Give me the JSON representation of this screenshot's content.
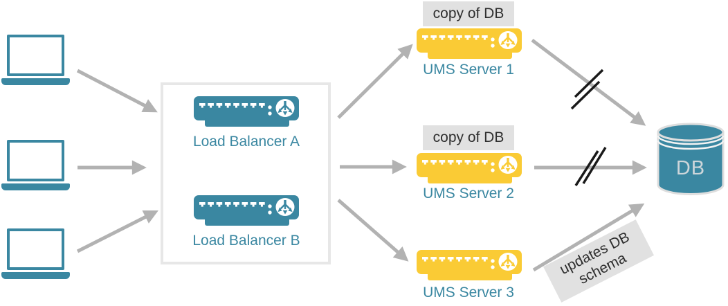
{
  "colors": {
    "teal": "#3A87A1",
    "yellow": "#FACB35",
    "arrow": "#B2B2B2",
    "break_mark": "#1A1A1A",
    "note_bg": "#E1E1E1",
    "note_text": "#2E2E2E",
    "group_box_border": "#E7E7E7",
    "db_text": "#CDD6DA"
  },
  "clients": [
    {
      "icon": "laptop-icon"
    },
    {
      "icon": "laptop-icon"
    },
    {
      "icon": "laptop-icon"
    }
  ],
  "load_balancers": {
    "a": {
      "label": "Load Balancer A",
      "icon": "load-balancer-appliance-icon"
    },
    "b": {
      "label": "Load Balancer B",
      "icon": "load-balancer-appliance-icon"
    }
  },
  "ums_servers": {
    "s1": {
      "label": "UMS Server 1",
      "badge": "copy of DB",
      "icon": "server-appliance-icon"
    },
    "s2": {
      "label": "UMS Server 2",
      "badge": "copy of DB",
      "icon": "server-appliance-icon"
    },
    "s3": {
      "label": "UMS Server 3",
      "icon": "server-appliance-icon"
    }
  },
  "database": {
    "label": "DB",
    "icon": "database-cylinder-icon"
  },
  "notes": {
    "schema_note": "updates DB schema"
  },
  "connections": [
    {
      "from": "client-1",
      "to": "load-balancer-group"
    },
    {
      "from": "client-2",
      "to": "load-balancer-group"
    },
    {
      "from": "client-3",
      "to": "load-balancer-group"
    },
    {
      "from": "load-balancer-group",
      "to": "UMS Server 1"
    },
    {
      "from": "load-balancer-group",
      "to": "UMS Server 2"
    },
    {
      "from": "load-balancer-group",
      "to": "UMS Server 3"
    },
    {
      "from": "UMS Server 1",
      "to": "DB",
      "status": "broken"
    },
    {
      "from": "UMS Server 2",
      "to": "DB",
      "status": "broken"
    },
    {
      "from": "UMS Server 3",
      "to": "DB",
      "status": "active",
      "note": "updates DB schema"
    }
  ]
}
